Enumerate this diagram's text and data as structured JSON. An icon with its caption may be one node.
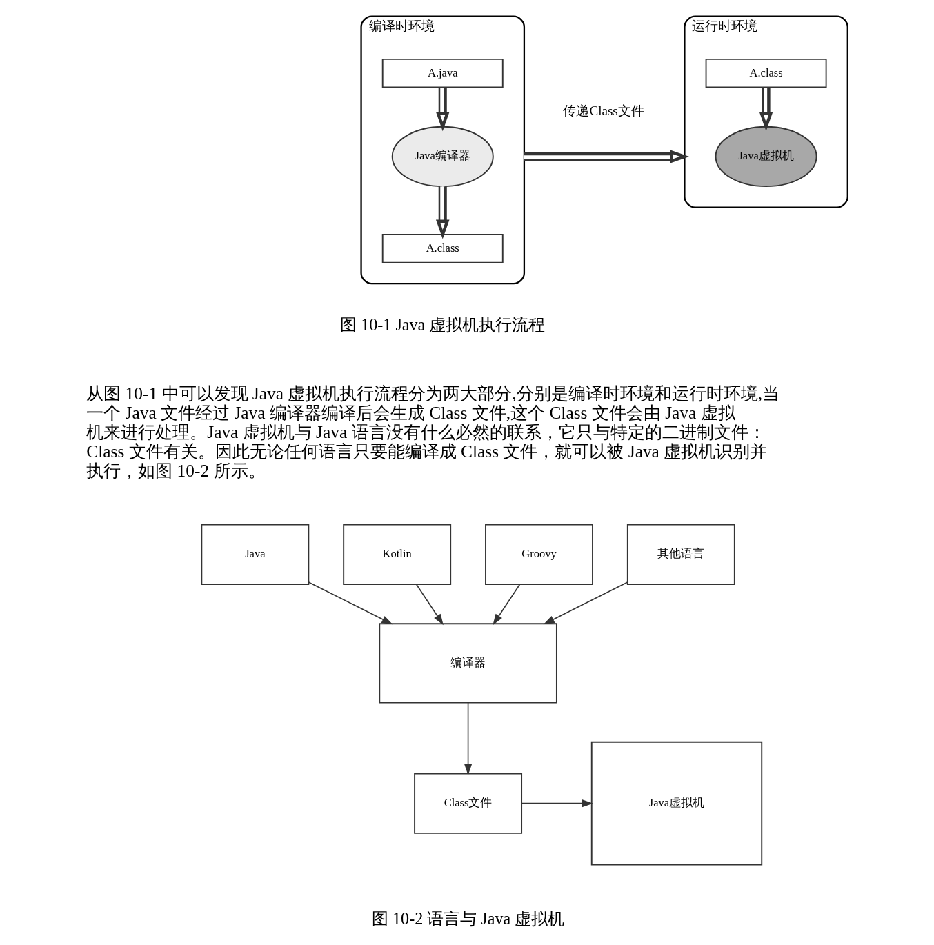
{
  "diagram": {
    "nodes": [
      {
        "text": [
          "编译时环境"
        ]
      },
      {
        "text": [
          "A.java"
        ],
        "in": 0
      },
      {
        "text": [
          "Java编译器"
        ],
        "in": 0
      },
      {
        "text": [
          "A.class"
        ],
        "in": 0
      },
      {
        "text": [
          "运行时环境"
        ]
      },
      {
        "text": [
          "A.class"
        ],
        "in": 4
      },
      {
        "text": [
          "Java虚拟机"
        ],
        "in": 4
      },
      {
        "text": [
          "Java"
        ]
      },
      {
        "text": [
          "Kotlin"
        ]
      },
      {
        "text": [
          "Groovy"
        ]
      },
      {
        "text": [
          "其他语言"
        ]
      },
      {
        "text": [
          "编译器"
        ]
      },
      {
        "text": [
          "Class文件"
        ]
      },
      {
        "text": [
          "Java虚拟机"
        ]
      }
    ],
    "edges": [
      {
        "from": 1,
        "to": 2,
        "arrow": "to",
        "style": "thick"
      },
      {
        "from": 2,
        "to": 3,
        "arrow": "to",
        "style": "thick"
      },
      {
        "from": 0,
        "to": 4,
        "arrow": "to",
        "style": "thick",
        "label": "传递Class文件"
      },
      {
        "from": 5,
        "to": 6,
        "arrow": "to",
        "style": "thick"
      },
      {
        "from": 7,
        "to": 11,
        "arrow": "to"
      },
      {
        "from": 8,
        "to": 11,
        "arrow": "to"
      },
      {
        "from": 9,
        "to": 11,
        "arrow": "to"
      },
      {
        "from": 10,
        "to": 11,
        "arrow": "to"
      },
      {
        "from": 11,
        "to": 12,
        "arrow": "to"
      },
      {
        "from": 12,
        "to": 13,
        "arrow": "to"
      }
    ],
    "labels": [
      "图 10-1 Java 虚拟机执行流程",
      "从图 10-1 中可以发现 Java 虚拟机执行流程分为两大部分,分别是编译时环境和运行时环境,当一个 Java 文件经过 Java 编译器编译后会生成 Class 文件,这个 Class 文件会由 Java 虚拟机来进行处理。Java 虚拟机与 Java 语言没有什么必然的联系，它只与特定的二进制文件：Class 文件有关。因此无论任何语言只要能编译成 Class 文件，就可以被 Java 虚拟机识别并执行，如图 10-2 所示。",
      "图 10-2 语言与 Java 虚拟机"
    ]
  }
}
